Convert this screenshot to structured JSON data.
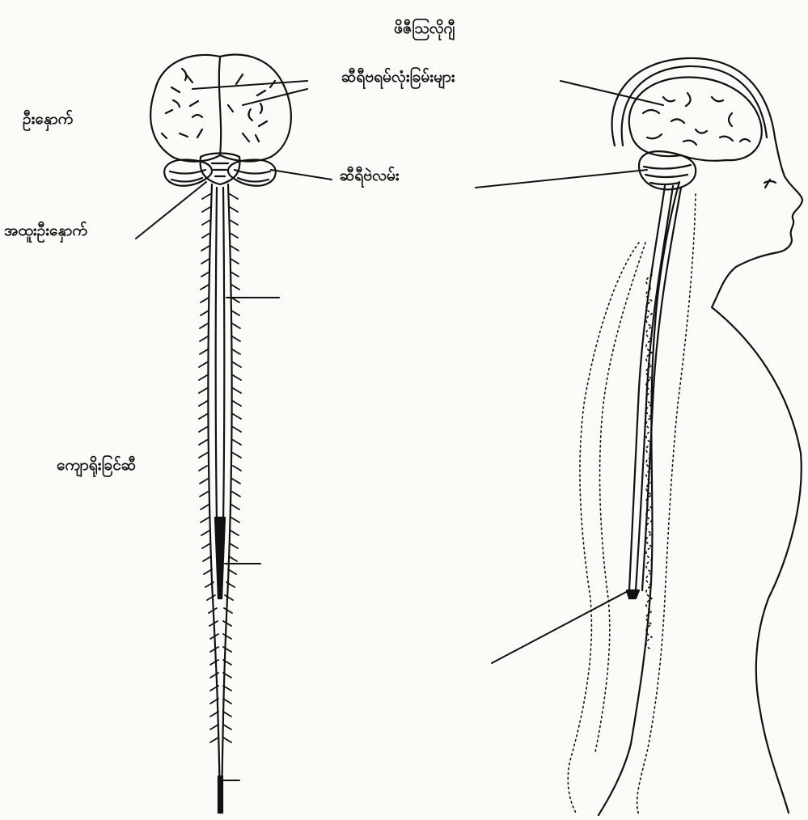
{
  "diagram": {
    "title": "ဖိဇီဩလိုဂျီ",
    "labels": {
      "cerebral_hemispheres": "ဆီရီဗရမ်လုံးခြမ်းများ",
      "brain": "ဦးနှောက်",
      "cerebellum": "ဆီရီဗဲလမ်း",
      "medulla": "အထူးဦးနှောက်",
      "spinal_cord": "ကျောရိုးခြင်ဆီ"
    }
  },
  "colors": {
    "ink": "#111111",
    "paper": "#fbfbf8"
  }
}
